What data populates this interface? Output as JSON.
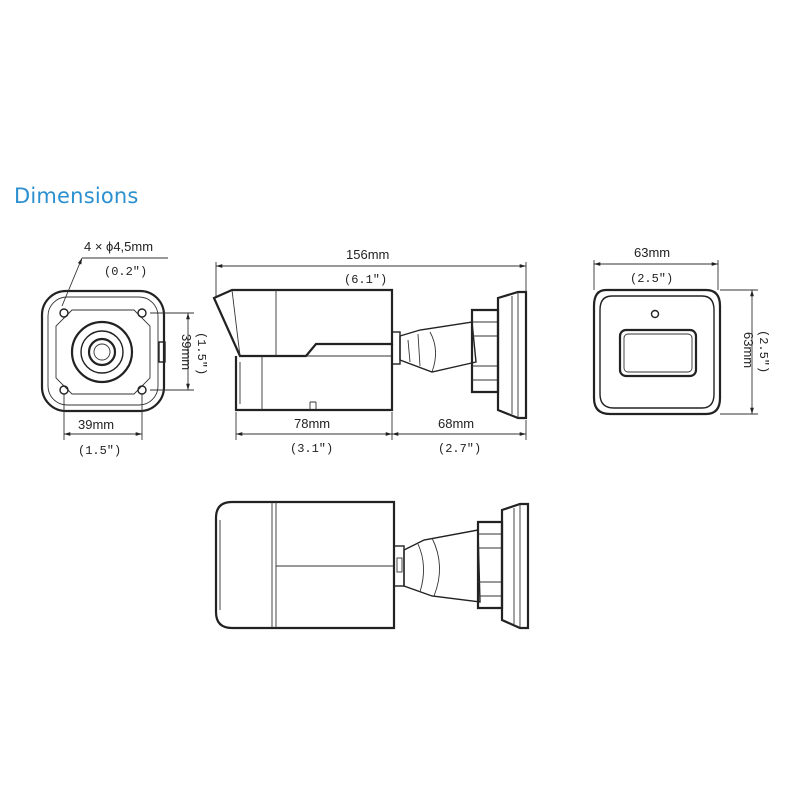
{
  "heading": "Dimensions",
  "front_view": {
    "hole_label": "4 × ϕ4,5mm",
    "hole_label_in": "(0.2\")",
    "width_mm": "39mm",
    "width_in": "(1.5\")",
    "height_mm": "39mm",
    "height_in": "(1.5\")"
  },
  "side_view": {
    "length_mm": "156mm",
    "length_in": "(6.1\")",
    "body_mm": "78mm",
    "body_in": "(3.1\")",
    "bracket_mm": "68mm",
    "bracket_in": "(2.7\")"
  },
  "rear_view": {
    "width_mm": "63mm",
    "width_in": "(2.5\")",
    "height_mm": "63mm",
    "height_in": "(2.5\")"
  }
}
